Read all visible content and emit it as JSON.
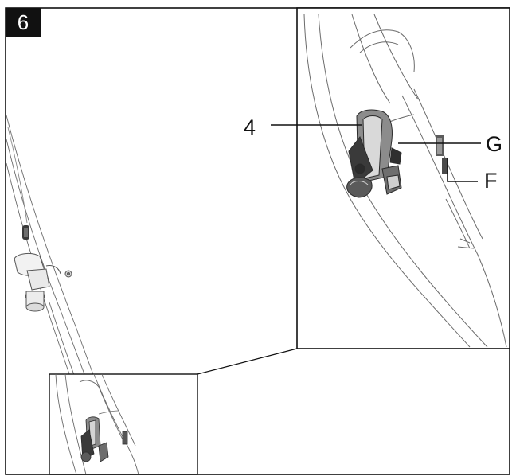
{
  "step": {
    "number": "6"
  },
  "callouts": {
    "part_4": "4",
    "part_g": "G",
    "part_f": "F"
  },
  "colors": {
    "line": "#111111",
    "part_dark": "#3a3a3a",
    "part_mid": "#8c8c8c",
    "part_light": "#d9d9d9",
    "background": "#ffffff"
  }
}
